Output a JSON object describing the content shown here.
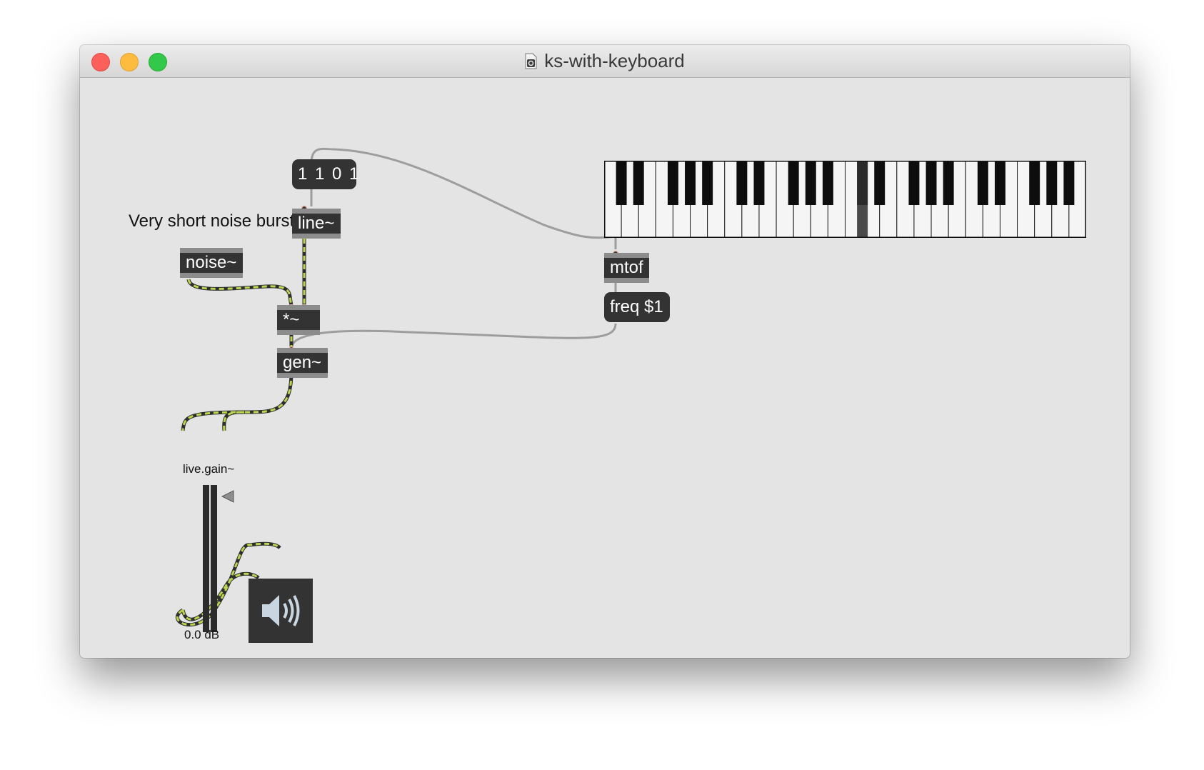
{
  "window": {
    "title": "ks-with-keyboard"
  },
  "patcher": {
    "comment": "Very short noise burst",
    "objects": {
      "message_burst": "1 1 0 1",
      "line": "line~",
      "noise": "noise~",
      "multiply": "*~",
      "gen": "gen~",
      "mtof": "mtof",
      "message_freq": "freq $1"
    },
    "live_gain": {
      "label": "live.gain~",
      "value": "0.0 dB"
    },
    "keyboard": {
      "white_keys": 28,
      "highlighted_black_key_index": 10
    },
    "ezdac_icon": "speaker-icon"
  },
  "colors": {
    "object_fill": "#333333",
    "inlet_strip": "#8c8c8c",
    "signal_cord": "#b9d44f",
    "control_cord": "#9d9d9d",
    "patcher_background": "#e4e4e4"
  }
}
